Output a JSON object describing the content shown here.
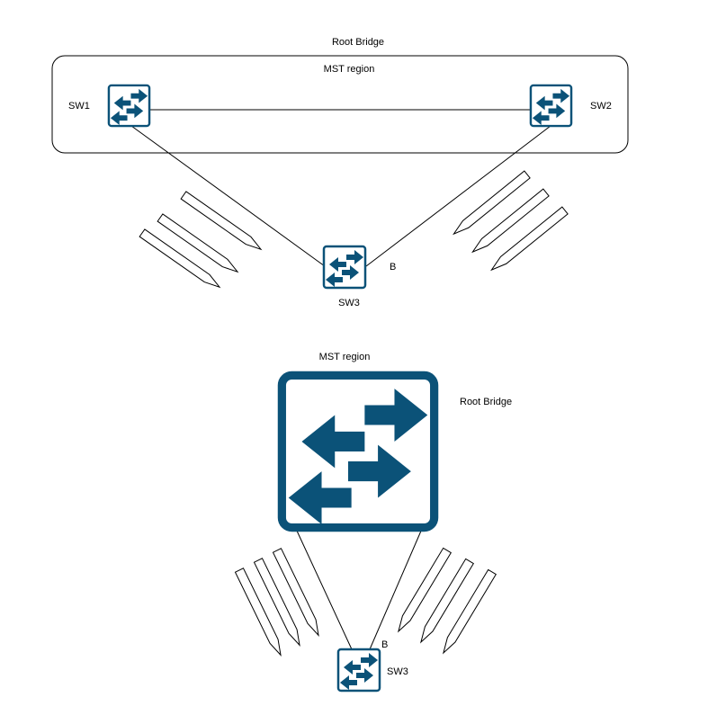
{
  "diagram_top": {
    "root_bridge_label": "Root Bridge",
    "region_label": "MST region",
    "switches": [
      {
        "id": "sw1",
        "label": "SW1"
      },
      {
        "id": "sw2",
        "label": "SW2"
      },
      {
        "id": "sw3",
        "label": "SW3"
      }
    ],
    "port_label": "B"
  },
  "diagram_bottom": {
    "region_label": "MST region",
    "root_bridge_label": "Root Bridge",
    "switch_label": "SW3",
    "port_label": "B"
  },
  "colors": {
    "switch_fill": "#0b5278",
    "switch_bg": "#ffffff",
    "line": "#000000"
  },
  "icon": "network-switch-icon"
}
